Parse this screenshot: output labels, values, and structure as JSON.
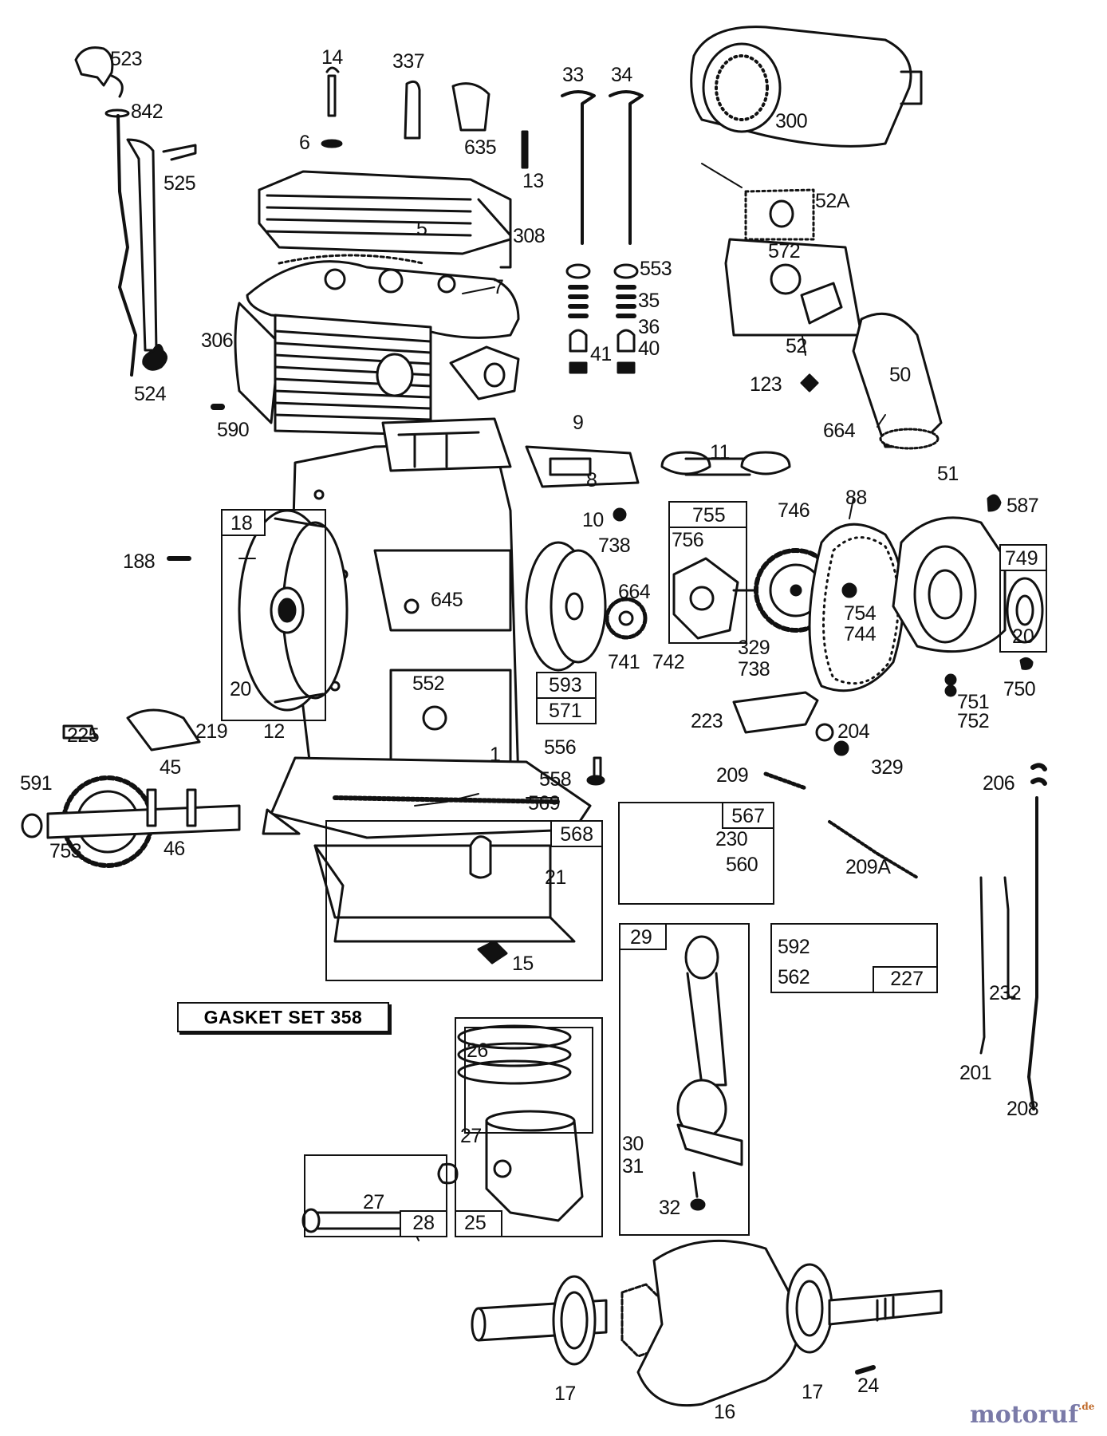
{
  "diagram": {
    "parts": [
      {
        "id": "p523",
        "text": "523"
      },
      {
        "id": "p842",
        "text": "842"
      },
      {
        "id": "p525",
        "text": "525"
      },
      {
        "id": "p524",
        "text": "524"
      },
      {
        "id": "p306",
        "text": "306"
      },
      {
        "id": "p590",
        "text": "590"
      },
      {
        "id": "p14",
        "text": "14"
      },
      {
        "id": "p6",
        "text": "6"
      },
      {
        "id": "p337",
        "text": "337"
      },
      {
        "id": "p635",
        "text": "635"
      },
      {
        "id": "p13",
        "text": "13"
      },
      {
        "id": "p5",
        "text": "5"
      },
      {
        "id": "p308",
        "text": "308"
      },
      {
        "id": "p7",
        "text": "7"
      },
      {
        "id": "p33",
        "text": "33"
      },
      {
        "id": "p34",
        "text": "34"
      },
      {
        "id": "p553",
        "text": "553"
      },
      {
        "id": "p35",
        "text": "35"
      },
      {
        "id": "p36",
        "text": "36"
      },
      {
        "id": "p40",
        "text": "40"
      },
      {
        "id": "p41",
        "text": "41"
      },
      {
        "id": "p300",
        "text": "300"
      },
      {
        "id": "p52A",
        "text": "52A"
      },
      {
        "id": "p572",
        "text": "572"
      },
      {
        "id": "p52",
        "text": "52"
      },
      {
        "id": "p50",
        "text": "50"
      },
      {
        "id": "p123",
        "text": "123"
      },
      {
        "id": "p664a",
        "text": "664"
      },
      {
        "id": "p51",
        "text": "51"
      },
      {
        "id": "p9",
        "text": "9"
      },
      {
        "id": "p8",
        "text": "8"
      },
      {
        "id": "p10",
        "text": "10"
      },
      {
        "id": "p11",
        "text": "11"
      },
      {
        "id": "p587",
        "text": "587"
      },
      {
        "id": "p88",
        "text": "88"
      },
      {
        "id": "p746",
        "text": "746"
      },
      {
        "id": "p756",
        "text": "756"
      },
      {
        "id": "p738a",
        "text": "738"
      },
      {
        "id": "p664b",
        "text": "664"
      },
      {
        "id": "p754",
        "text": "754"
      },
      {
        "id": "p744",
        "text": "744"
      },
      {
        "id": "p329a",
        "text": "329"
      },
      {
        "id": "p738b",
        "text": "738"
      },
      {
        "id": "p741",
        "text": "741"
      },
      {
        "id": "p742",
        "text": "742"
      },
      {
        "id": "p750",
        "text": "750"
      },
      {
        "id": "p751",
        "text": "751"
      },
      {
        "id": "p752",
        "text": "752"
      },
      {
        "id": "p188",
        "text": "188"
      },
      {
        "id": "p645",
        "text": "645"
      },
      {
        "id": "p20a",
        "text": "20"
      },
      {
        "id": "p552",
        "text": "552"
      },
      {
        "id": "p1",
        "text": "1"
      },
      {
        "id": "p12",
        "text": "12"
      },
      {
        "id": "p225",
        "text": "225"
      },
      {
        "id": "p219",
        "text": "219"
      },
      {
        "id": "p45",
        "text": "45"
      },
      {
        "id": "p591",
        "text": "591"
      },
      {
        "id": "p753",
        "text": "753"
      },
      {
        "id": "p46",
        "text": "46"
      },
      {
        "id": "p556",
        "text": "556"
      },
      {
        "id": "p558",
        "text": "558"
      },
      {
        "id": "p569",
        "text": "569"
      },
      {
        "id": "p21",
        "text": "21"
      },
      {
        "id": "p15",
        "text": "15"
      },
      {
        "id": "p223",
        "text": "223"
      },
      {
        "id": "p204",
        "text": "204"
      },
      {
        "id": "p329b",
        "text": "329"
      },
      {
        "id": "p209",
        "text": "209"
      },
      {
        "id": "p209A",
        "text": "209A"
      },
      {
        "id": "p230",
        "text": "230"
      },
      {
        "id": "p560",
        "text": "560"
      },
      {
        "id": "p206",
        "text": "206"
      },
      {
        "id": "p592",
        "text": "592"
      },
      {
        "id": "p562",
        "text": "562"
      },
      {
        "id": "p201",
        "text": "201"
      },
      {
        "id": "p232",
        "text": "232"
      },
      {
        "id": "p208",
        "text": "208"
      },
      {
        "id": "p26",
        "text": "26"
      },
      {
        "id": "p27a",
        "text": "27"
      },
      {
        "id": "p27b",
        "text": "27"
      },
      {
        "id": "p30",
        "text": "30"
      },
      {
        "id": "p31",
        "text": "31"
      },
      {
        "id": "p32",
        "text": "32"
      },
      {
        "id": "p17a",
        "text": "17"
      },
      {
        "id": "p17b",
        "text": "17"
      },
      {
        "id": "p16",
        "text": "16"
      },
      {
        "id": "p24",
        "text": "24"
      }
    ],
    "boxes": [
      {
        "id": "b18",
        "text": "18"
      },
      {
        "id": "b755",
        "text": "755"
      },
      {
        "id": "b749",
        "text": "749"
      },
      {
        "id": "b20",
        "text": "20"
      },
      {
        "id": "b593",
        "text": "593"
      },
      {
        "id": "b571",
        "text": "571"
      },
      {
        "id": "b568",
        "text": "568"
      },
      {
        "id": "b567",
        "text": "567"
      },
      {
        "id": "b29",
        "text": "29"
      },
      {
        "id": "b227",
        "text": "227"
      },
      {
        "id": "b28",
        "text": "28"
      },
      {
        "id": "b25",
        "text": "25"
      }
    ],
    "gasket_set": "GASKET SET 358",
    "watermark": {
      "brand": "motoruf",
      "tld": ".de"
    }
  }
}
